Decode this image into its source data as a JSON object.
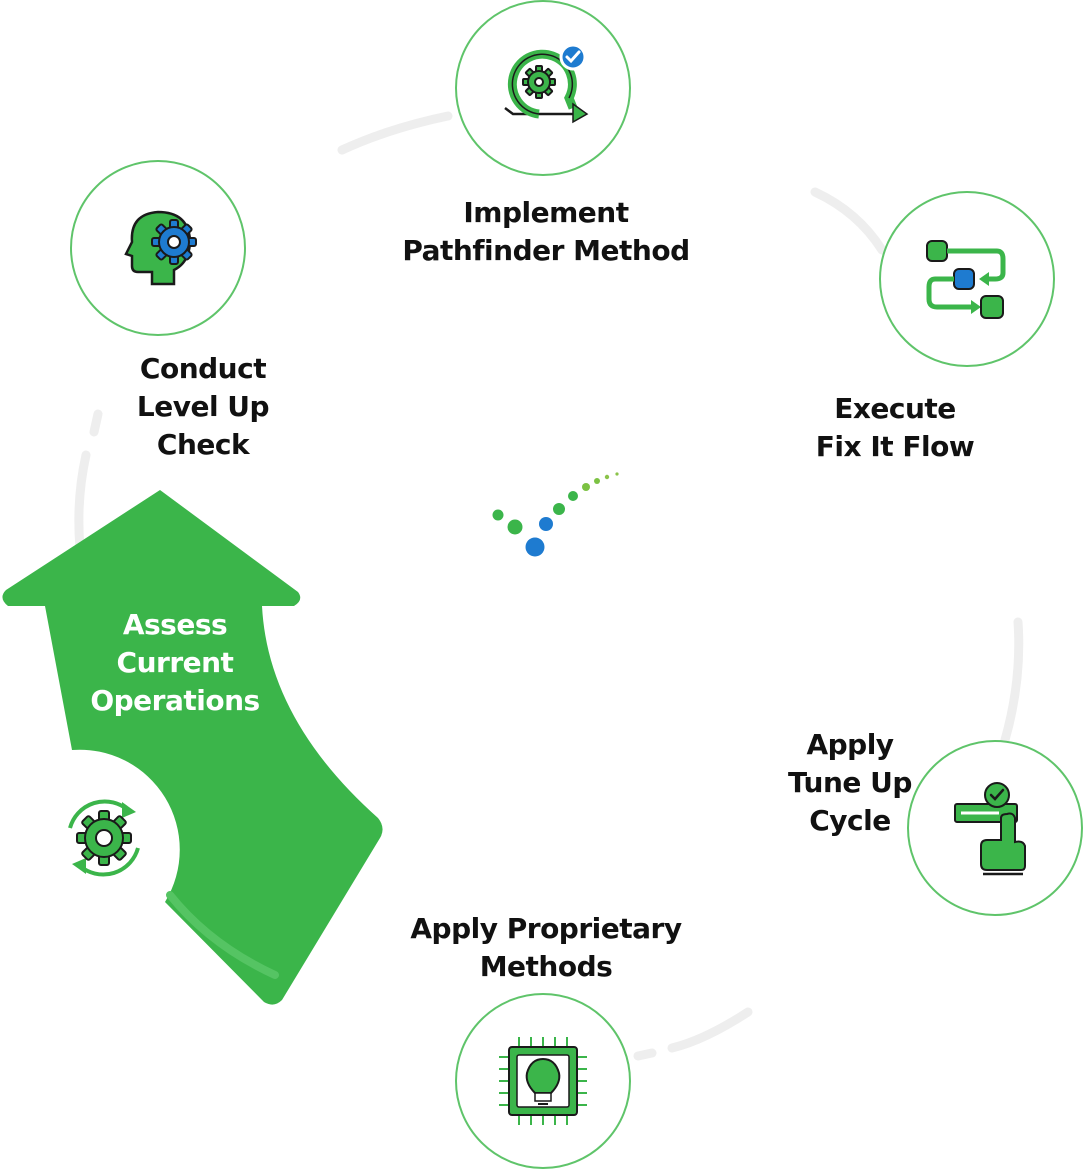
{
  "colors": {
    "green": "#3bb54a",
    "blue": "#1e7bd0",
    "dark_outline": "#1a1a1a",
    "ring_border": "#5fc46a",
    "dashed_track": "#eeeeee"
  },
  "steps": [
    {
      "id": "assess",
      "lines": [
        "Assess",
        "Current",
        "Operations"
      ],
      "icon": "gear-refresh-icon"
    },
    {
      "id": "conduct",
      "lines": [
        "Conduct",
        "Level Up",
        "Check"
      ],
      "icon": "head-gear-icon"
    },
    {
      "id": "implement",
      "lines": [
        "Implement",
        "Pathfinder Method"
      ],
      "icon": "gear-arrow-check-icon"
    },
    {
      "id": "execute",
      "lines": [
        "Execute",
        "Fix It Flow"
      ],
      "icon": "flow-process-icon"
    },
    {
      "id": "tune",
      "lines": [
        "Apply",
        "Tune Up",
        "Cycle"
      ],
      "icon": "hand-tap-check-icon"
    },
    {
      "id": "proprietary",
      "lines": [
        "Apply Proprietary",
        "Methods"
      ],
      "icon": "chip-lightbulb-icon"
    }
  ],
  "center_logo": "dots-checkmark-logo"
}
